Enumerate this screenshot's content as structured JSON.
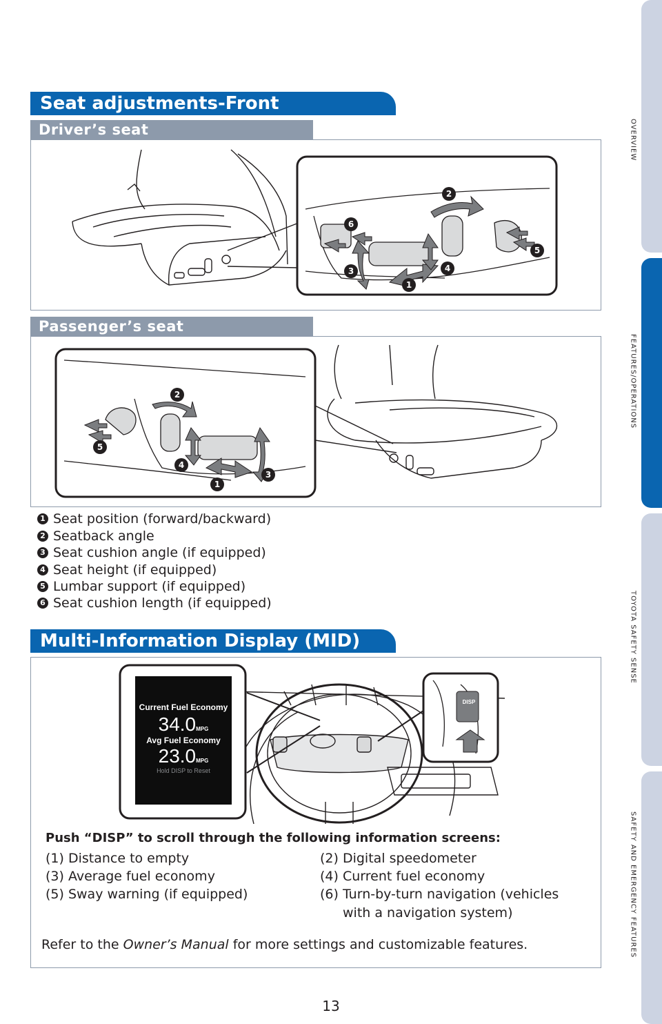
{
  "sections": {
    "seat_title": "Seat adjustments-Front",
    "driver_title": "Driver’s seat",
    "passenger_title": "Passenger’s seat",
    "mid_title": "Multi-Information Display (MID)"
  },
  "legend": [
    {
      "num": "1",
      "text": "Seat position (forward/backward)"
    },
    {
      "num": "2",
      "text": "Seatback angle"
    },
    {
      "num": "3",
      "text": "Seat cushion angle (if equipped)"
    },
    {
      "num": "4",
      "text": "Seat height (if equipped)"
    },
    {
      "num": "5",
      "text": "Lumbar support (if equipped)"
    },
    {
      "num": "6",
      "text": "Seat cushion length (if equipped)"
    }
  ],
  "callouts": {
    "driver": [
      "1",
      "2",
      "3",
      "4",
      "5",
      "6"
    ],
    "passenger": [
      "1",
      "2",
      "3",
      "4",
      "5"
    ]
  },
  "mid_screen": {
    "line1": "Current Fuel Economy",
    "value1": "34.0",
    "unit1": "MPG",
    "line2": "Avg Fuel Economy",
    "value2": "23.0",
    "unit2": "MPG",
    "line3": "Hold DISP to Reset",
    "button_label": "DISP"
  },
  "mid_text": {
    "heading": "Push “DISP” to scroll through the following information screens:",
    "items": [
      "(1) Distance to empty",
      "(2) Digital speedometer",
      "(3) Average fuel economy",
      "(4) Current fuel economy",
      "(5) Sway warning (if equipped)",
      "(6) Turn-by-turn navigation (vehicles",
      "with a navigation system)"
    ],
    "refer_before": "Refer to the ",
    "refer_italic": "Owner’s Manual",
    "refer_after": " for more settings and customizable features."
  },
  "side_tabs": [
    {
      "label": "OVERVIEW",
      "color": "#ccd3e2"
    },
    {
      "label": "FEATURES/OPERATIONS",
      "color": "#0a65b0"
    },
    {
      "label": "TOYOTA SAFETY SENSE",
      "color": "#ccd3e2"
    },
    {
      "label": "SAFETY AND EMERGENCY FEATURES",
      "color": "#ccd3e2"
    }
  ],
  "page_number": "13"
}
